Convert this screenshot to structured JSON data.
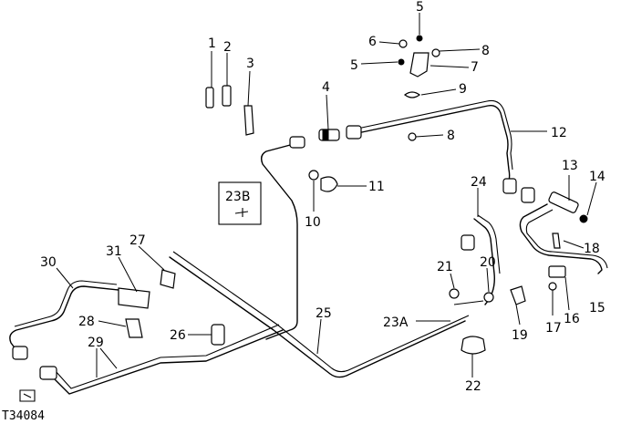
{
  "figure_id": "T34084",
  "inset_label": "23B",
  "callouts": [
    {
      "id": "c1",
      "text": "1"
    },
    {
      "id": "c2",
      "text": "2"
    },
    {
      "id": "c3",
      "text": "3"
    },
    {
      "id": "c4",
      "text": "4"
    },
    {
      "id": "c5a",
      "text": "5"
    },
    {
      "id": "c5b",
      "text": "5"
    },
    {
      "id": "c6",
      "text": "6"
    },
    {
      "id": "c7",
      "text": "7"
    },
    {
      "id": "c8a",
      "text": "8"
    },
    {
      "id": "c8b",
      "text": "8"
    },
    {
      "id": "c9",
      "text": "9"
    },
    {
      "id": "c10",
      "text": "10"
    },
    {
      "id": "c11",
      "text": "11"
    },
    {
      "id": "c12",
      "text": "12"
    },
    {
      "id": "c13",
      "text": "13"
    },
    {
      "id": "c14",
      "text": "14"
    },
    {
      "id": "c15",
      "text": "15"
    },
    {
      "id": "c16",
      "text": "16"
    },
    {
      "id": "c17",
      "text": "17"
    },
    {
      "id": "c18",
      "text": "18"
    },
    {
      "id": "c19",
      "text": "19"
    },
    {
      "id": "c20",
      "text": "20"
    },
    {
      "id": "c21",
      "text": "21"
    },
    {
      "id": "c22",
      "text": "22"
    },
    {
      "id": "c23a",
      "text": "23A"
    },
    {
      "id": "c24",
      "text": "24"
    },
    {
      "id": "c25",
      "text": "25"
    },
    {
      "id": "c26",
      "text": "26"
    },
    {
      "id": "c27",
      "text": "27"
    },
    {
      "id": "c28",
      "text": "28"
    },
    {
      "id": "c29",
      "text": "29"
    },
    {
      "id": "c30",
      "text": "30"
    },
    {
      "id": "c31",
      "text": "31"
    }
  ]
}
